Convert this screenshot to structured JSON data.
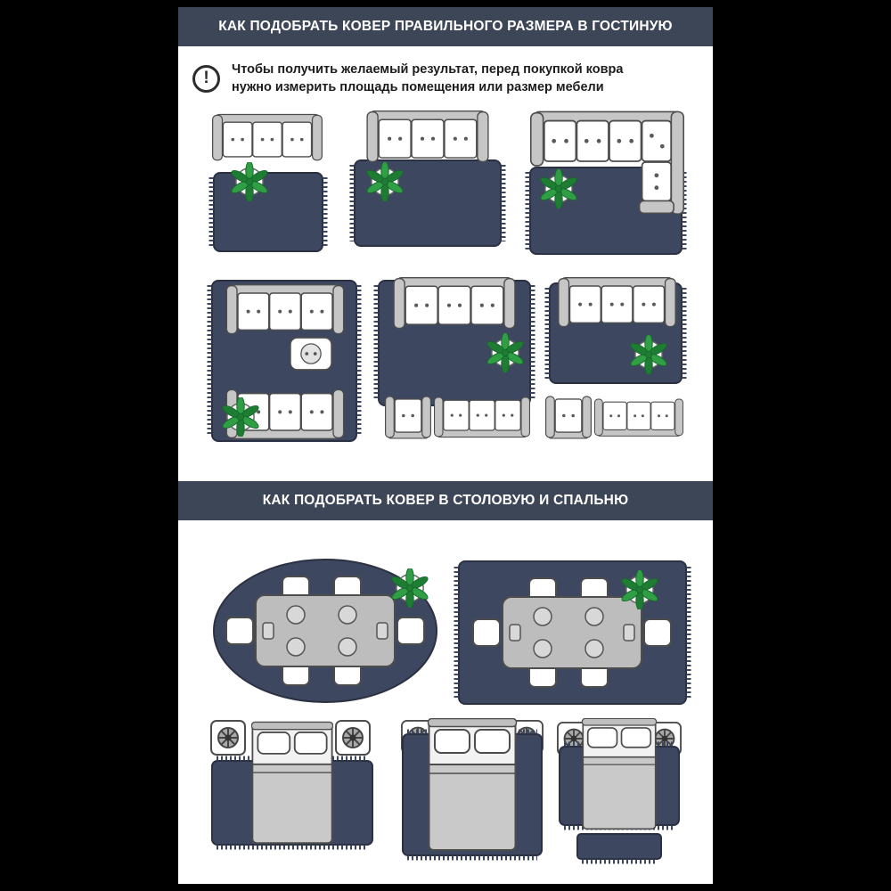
{
  "sections": {
    "living": {
      "title": "КАК ПОДОБРАТЬ КОВЕР ПРАВИЛЬНОГО РАЗМЕРА В ГОСТИНУЮ"
    },
    "dining_bedroom": {
      "title": "КАК ПОДОБРАТЬ КОВЕР В СТОЛОВУЮ И СПАЛЬНЮ"
    }
  },
  "note": {
    "icon": "exclamation-icon",
    "glyph": "!",
    "line1": "Чтобы получить желаемый результат, перед покупкой ковра",
    "line2": "нужно измерить площадь помещения или размер мебели"
  },
  "colors": {
    "background": "#000000",
    "panel": "#ffffff",
    "header_bg": "#3d4657",
    "rug": "#3e4760",
    "rug_stroke": "#2b3143",
    "furniture_gray": "#c6c6c6",
    "outline": "#4d4d4d",
    "plant_green": "#2f9e44",
    "plant_green_dark": "#1e7c33"
  }
}
